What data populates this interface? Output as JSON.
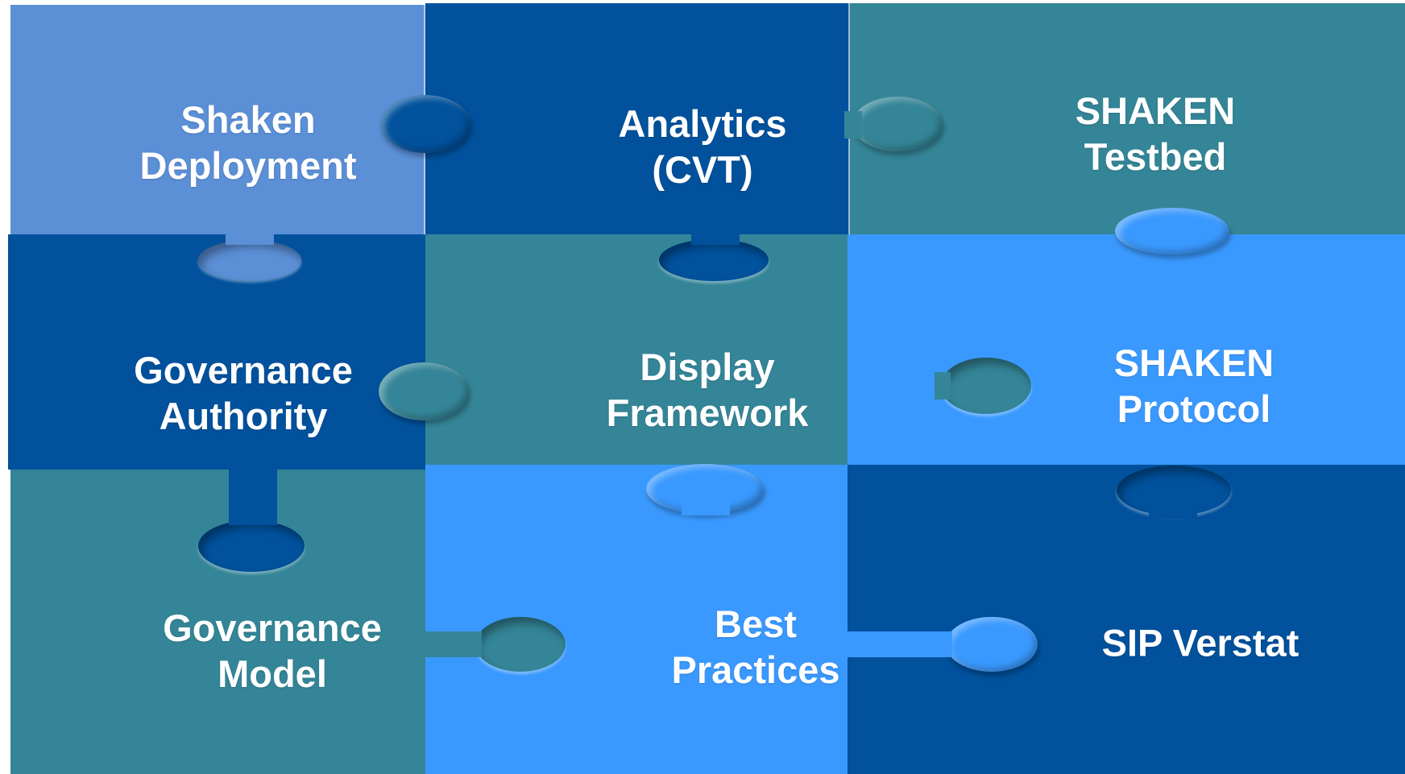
{
  "colors": {
    "light_blue": "#5b8fd6",
    "navy": "#01519c",
    "teal": "#348597",
    "bright_blue": "#3a99fe"
  },
  "pieces": [
    {
      "lines": [
        "Shaken",
        "Deployment"
      ],
      "color": "light_blue"
    },
    {
      "lines": [
        "Analytics",
        "(CVT)"
      ],
      "color": "navy"
    },
    {
      "lines": [
        "SHAKEN",
        "Testbed"
      ],
      "color": "teal"
    },
    {
      "lines": [
        "Governance",
        "Authority"
      ],
      "color": "navy"
    },
    {
      "lines": [
        "Display",
        "Framework"
      ],
      "color": "teal"
    },
    {
      "lines": [
        "SHAKEN",
        "Protocol"
      ],
      "color": "bright_blue"
    },
    {
      "lines": [
        "Governance",
        "Model"
      ],
      "color": "teal"
    },
    {
      "lines": [
        "Best",
        "Practices"
      ],
      "color": "bright_blue"
    },
    {
      "lines": [
        "SIP Verstat"
      ],
      "color": "navy"
    }
  ]
}
